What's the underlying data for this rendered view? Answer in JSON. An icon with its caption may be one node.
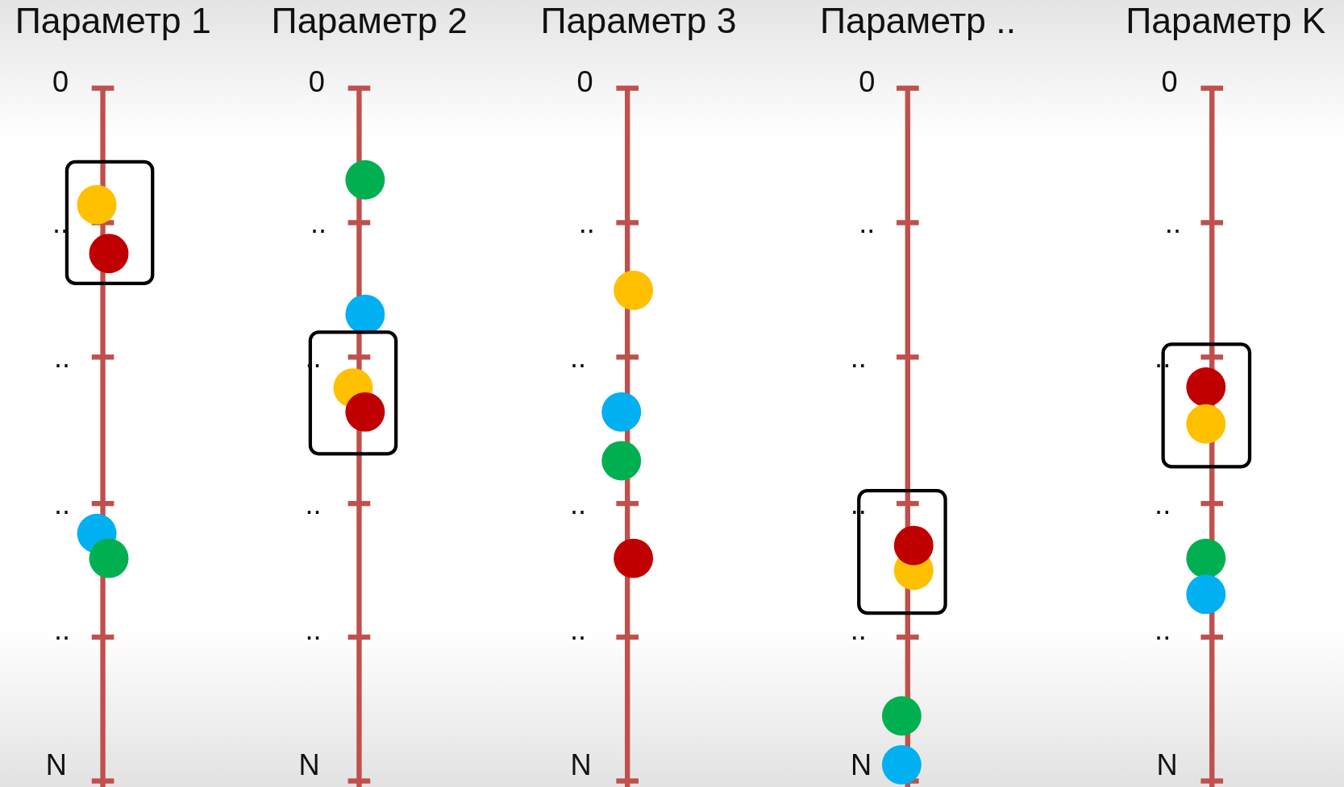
{
  "diagram": {
    "labels": [
      "Параметр 1",
      "Параметр 2",
      "Параметр 3",
      "Параметр ..",
      "Параметр K",
      "0",
      "0",
      "0",
      "0",
      "0",
      "..",
      "..",
      "..",
      "..",
      "..",
      "..",
      "..",
      "..",
      "..",
      "..",
      "..",
      "..",
      "..",
      "..",
      "..",
      "..",
      "..",
      "..",
      "..",
      "..",
      "N",
      "N",
      "N",
      "N",
      "N"
    ]
  }
}
